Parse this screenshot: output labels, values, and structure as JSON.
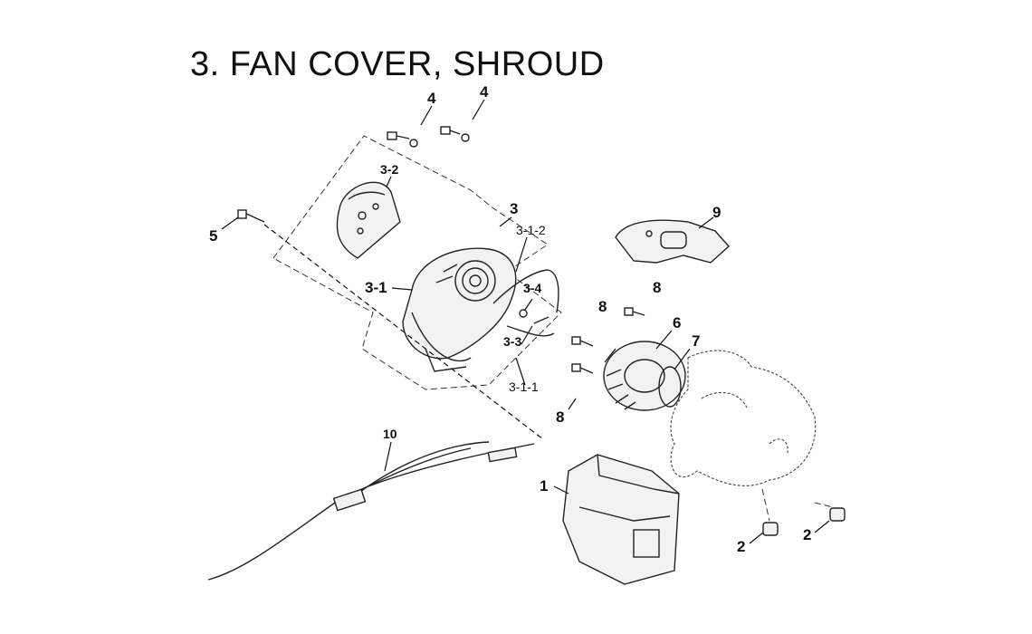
{
  "title": "3. FAN COVER, SHROUD",
  "callouts": {
    "c1": "1",
    "c2a": "2",
    "c2b": "2",
    "c3": "3",
    "c3_1": "3-1",
    "c3_1_1": "3-1-1",
    "c3_1_2": "3-1-2",
    "c3_2": "3-2",
    "c3_3": "3-3",
    "c3_4": "3-4",
    "c4a": "4",
    "c4b": "4",
    "c5": "5",
    "c6": "6",
    "c7": "7",
    "c8a": "8",
    "c8b": "8",
    "c8c": "8",
    "c9": "9",
    "c10": "10"
  }
}
